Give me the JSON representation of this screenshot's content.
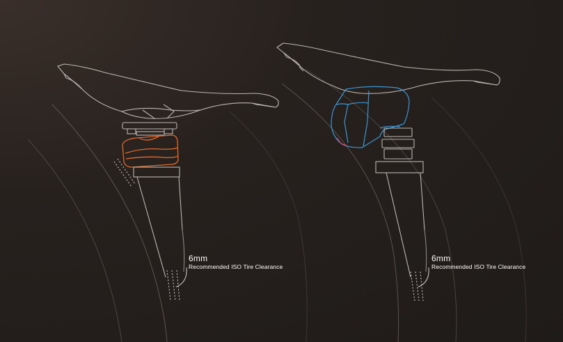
{
  "colors": {
    "background": "#221e1c",
    "outline": "#bdb7b2",
    "tire_line": "#5a524d",
    "left_wedge": "#e06a2c",
    "right_bag": "#3a95d6",
    "right_bag_accent": "#d3476b",
    "label_text": "#ffffff"
  },
  "left_setup": {
    "clearance_value": "6mm",
    "clearance_caption": "Recommended ISO Tire Clearance"
  },
  "right_setup": {
    "clearance_value": "6mm",
    "clearance_caption": "Recommended ISO Tire Clearance"
  }
}
